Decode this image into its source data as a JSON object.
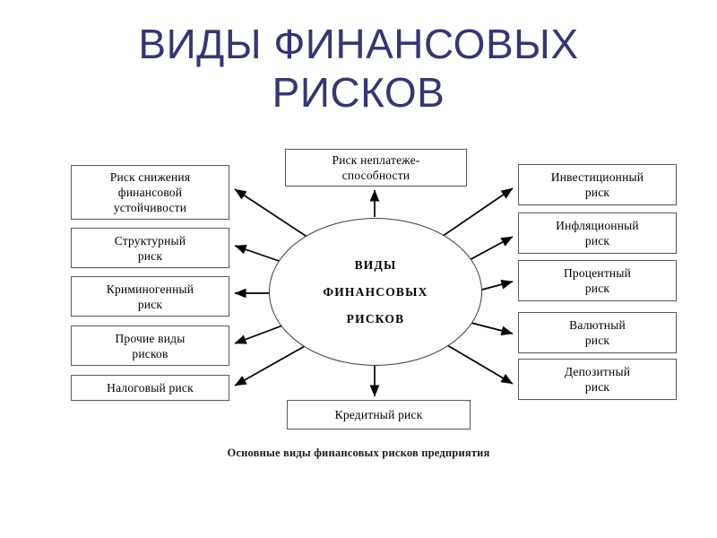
{
  "title": "ВИДЫ ФИНАНСОВЫХ\nРИСКОВ",
  "hub": {
    "line1": "ВИДЫ",
    "line2": "ФИНАНСОВЫХ",
    "line3": "РИСКОВ"
  },
  "caption": "Основные виды финансовых рисков предприятия",
  "colors": {
    "title": "#363670",
    "box_border": "#5a5a5a",
    "ellipse_border": "#3c3c3c",
    "arrow": "#000000",
    "background": "#ffffff"
  },
  "nodes": {
    "top": {
      "label": "Риск неплатеже-\nспособности"
    },
    "bottom": {
      "label": "Кредитный риск"
    },
    "left": [
      {
        "label": "Риск снижения\nфинансовой\nустойчивости"
      },
      {
        "label": "Структурный\nриск"
      },
      {
        "label": "Криминогенный\nриск"
      },
      {
        "label": "Прочие виды\nрисков"
      },
      {
        "label": "Налоговый риск"
      }
    ],
    "right": [
      {
        "label": "Инвестиционный\nриск"
      },
      {
        "label": "Инфляционный\nриск"
      },
      {
        "label": "Процентный\nриск"
      },
      {
        "label": "Валютный\nриск"
      },
      {
        "label": "Депозитный\nриск"
      }
    ]
  }
}
